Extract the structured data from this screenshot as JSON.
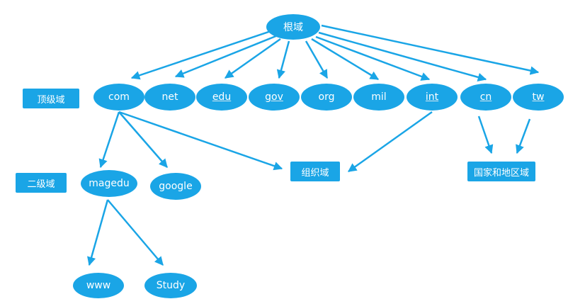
{
  "colors": {
    "node_fill": "#1aa5e6",
    "node_text": "#ffffff",
    "edge": "#1aa5e6",
    "background": "#ffffff"
  },
  "root": {
    "label": "根域"
  },
  "levels": {
    "top": "顶级域",
    "second": "二级域"
  },
  "top_level": [
    {
      "label": "com"
    },
    {
      "label": "net"
    },
    {
      "label": "edu"
    },
    {
      "label": "gov"
    },
    {
      "label": "org"
    },
    {
      "label": "mil"
    },
    {
      "label": "int"
    },
    {
      "label": "cn"
    },
    {
      "label": "tw"
    }
  ],
  "second_level": [
    {
      "label": "magedu"
    },
    {
      "label": "google"
    }
  ],
  "third_level": [
    {
      "label": "www"
    },
    {
      "label": "Study"
    }
  ],
  "categories": {
    "org_domain": "组织域",
    "country_domain": "国家和地区域"
  }
}
